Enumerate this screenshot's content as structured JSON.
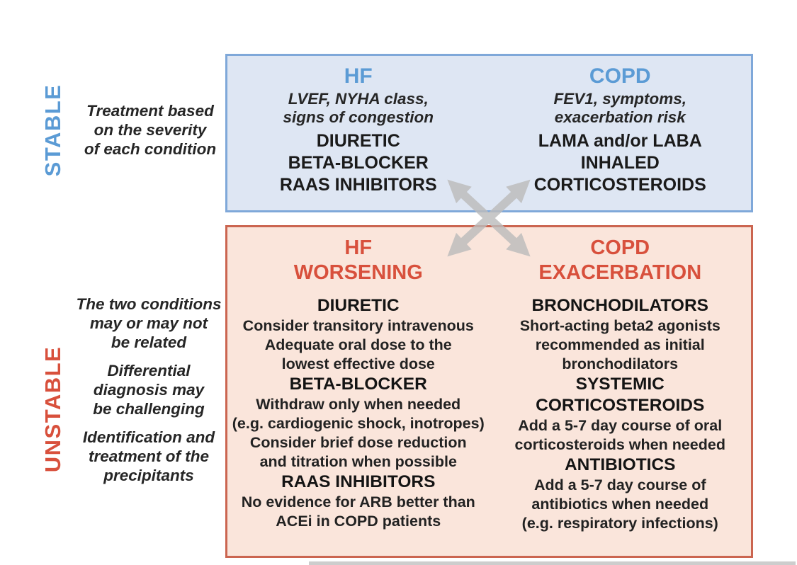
{
  "colors": {
    "blue_accent": "#5b9bd5",
    "blue_panel_bg": "#dee6f3",
    "blue_panel_border": "#7fa8d9",
    "red_accent": "#d8503c",
    "orange_panel_bg": "#fae5db",
    "orange_panel_border": "#cb6550",
    "body_text": "#1b1b1b",
    "arrow_gray": "#bcbcbc"
  },
  "left_rail": {
    "stable_label": "STABLE",
    "stable_note": [
      "Treatment based",
      "on the severity",
      "of each condition"
    ],
    "unstable_label": "UNSTABLE",
    "unstable_notes": [
      [
        "The two conditions",
        "may or may not",
        "be related"
      ],
      [
        "Differential",
        "diagnosis may",
        "be challenging"
      ],
      [
        "Identification and",
        "treatment of the",
        "precipitants"
      ]
    ]
  },
  "stable_box": {
    "hf": {
      "title": "HF",
      "italic_lines": [
        "LVEF, NYHA class,",
        "signs of congestion"
      ],
      "bold_lines": [
        "DIURETIC",
        "BETA-BLOCKER",
        "RAAS INHIBITORS"
      ]
    },
    "copd": {
      "title": "COPD",
      "italic_lines": [
        "FEV1, symptoms,",
        "exacerbation risk"
      ],
      "bold_lines": [
        "LAMA and/or LABA",
        "INHALED",
        "CORTICOSTEROIDS"
      ]
    }
  },
  "unstable_box": {
    "hf": {
      "title_lines": [
        "HF",
        "WORSENING"
      ],
      "sections": [
        {
          "head_lines": [
            "DIURETIC"
          ],
          "lines": [
            "Consider transitory intravenous",
            "Adequate oral dose to the",
            "lowest effective dose"
          ]
        },
        {
          "head_lines": [
            "BETA-BLOCKER"
          ],
          "lines": [
            "Withdraw only when needed",
            "(e.g. cardiogenic shock, inotropes)",
            "Consider brief dose reduction",
            "and titration when possible"
          ]
        },
        {
          "head_lines": [
            "RAAS INHIBITORS"
          ],
          "lines": [
            "No evidence for ARB better than",
            "ACEi in COPD patients"
          ]
        }
      ]
    },
    "copd": {
      "title_lines": [
        "COPD",
        "EXACERBATION"
      ],
      "sections": [
        {
          "head_lines": [
            "BRONCHODILATORS"
          ],
          "lines": [
            "Short-acting beta2 agonists",
            "recommended as initial",
            "bronchodilators"
          ]
        },
        {
          "head_lines": [
            "SYSTEMIC",
            "CORTICOSTEROIDS"
          ],
          "lines": [
            "Add a 5-7 day course of oral",
            "corticosteroids when needed"
          ]
        },
        {
          "head_lines": [
            "ANTIBIOTICS"
          ],
          "lines": [
            "Add a 5-7 day course of",
            "antibiotics when needed",
            "(e.g. respiratory infections)"
          ]
        }
      ]
    }
  },
  "arrow_icon": "crossed-arrows"
}
